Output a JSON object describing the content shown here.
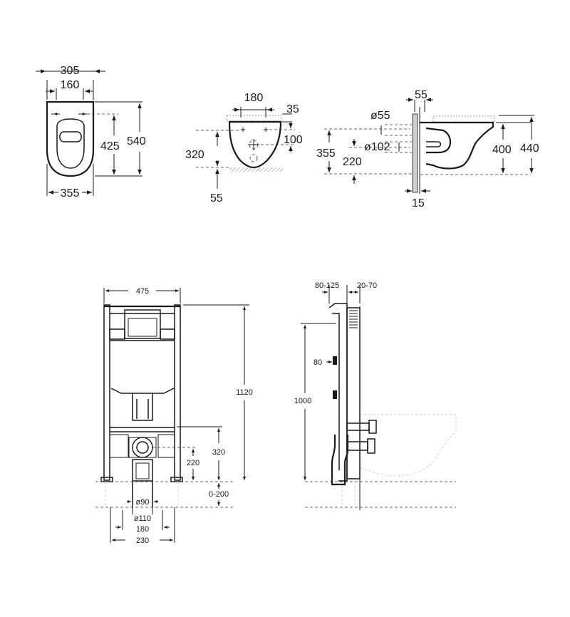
{
  "bowl_top_view": {
    "width_outer": "305",
    "width_holes": "160",
    "length_total": "540",
    "length_to_holes": "425",
    "bowl_width": "355"
  },
  "bowl_front_view": {
    "top_width": "180",
    "offset_35": "35",
    "height_100": "100",
    "height_320": "320",
    "depth_55": "55"
  },
  "bowl_side_view": {
    "top_55": "55",
    "dia_55": "ø55",
    "dia_102": "ø102",
    "height_355": "355",
    "height_220": "220",
    "height_400": "400",
    "height_440": "440",
    "wall_15": "15"
  },
  "frame_front_view": {
    "width": "475",
    "height_1120": "1120",
    "height_320": "320",
    "height_220": "220",
    "floor_range": "0-200",
    "dia_90": "ø90",
    "dia_110": "ø110",
    "width_180": "180",
    "width_230": "230"
  },
  "frame_side_view": {
    "depth_range_1": "80-125",
    "depth_range_2": "20-70",
    "height_1000": "1000",
    "offset_80": "80"
  }
}
